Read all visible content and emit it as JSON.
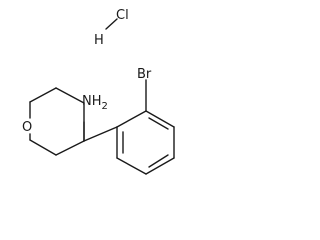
{
  "molecule": {
    "atoms": {
      "chlorine": "Cl",
      "hydrogen": "H",
      "amine": "NH",
      "amine_subscript": "2",
      "bromine": "Br",
      "oxygen": "O"
    }
  }
}
